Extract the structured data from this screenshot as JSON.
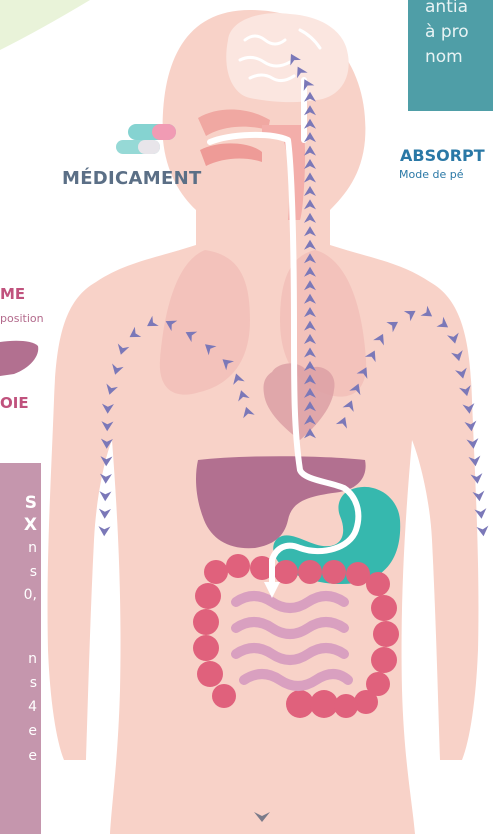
{
  "medicament_label": "MÉDICAMENT",
  "absorption": {
    "title": "ABSORPT",
    "subtitle": "Mode de pé"
  },
  "metabolism": {
    "title": "ME",
    "subtitle": "position"
  },
  "liver_label": "OIE",
  "info_box": {
    "lines": [
      "antia",
      "à pro",
      "nom"
    ]
  },
  "side_panel": {
    "heading_1": "S",
    "heading_2": "X",
    "text_lines": [
      "n",
      "s",
      "0,",
      "n",
      "s",
      "4",
      "e",
      "e"
    ]
  },
  "colors": {
    "body": "#f8d2c8",
    "brain": "#fbe6e0",
    "arrows": "#7b78b8",
    "liver": "#b27090",
    "stomach": "#36b8ae",
    "intestine": "#e0617c",
    "teal_box": "#4f9ea7",
    "mauve_box": "#c596ad"
  }
}
